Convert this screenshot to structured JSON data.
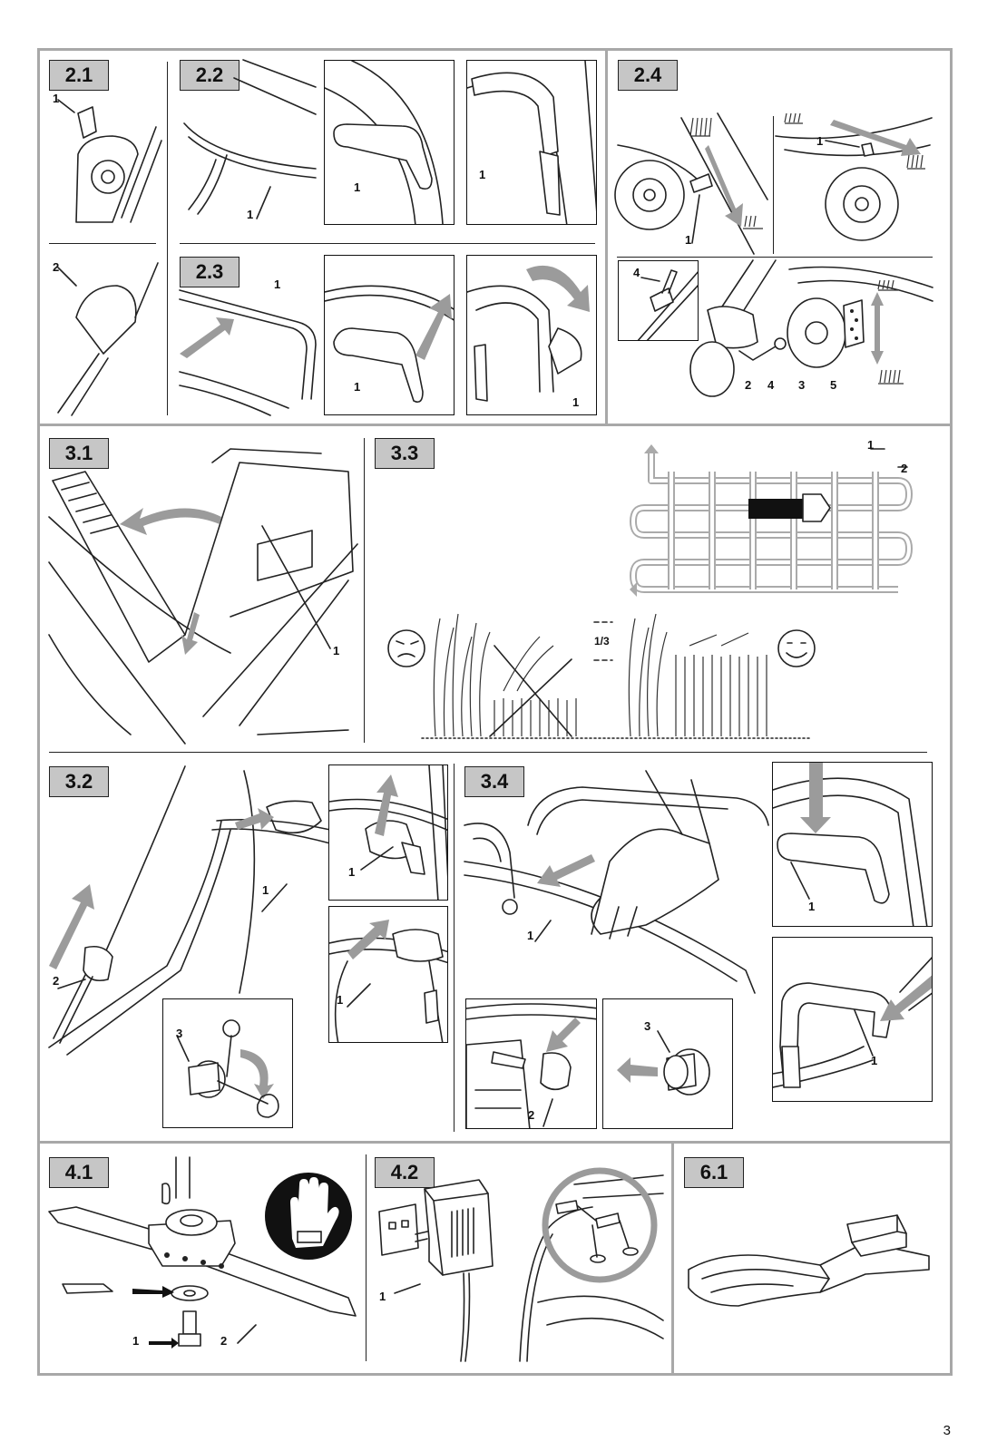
{
  "panels": {
    "p21": {
      "title": "2.1",
      "labels": [
        "1",
        "2"
      ]
    },
    "p22": {
      "title": "2.2",
      "labels": [
        "1",
        "1",
        "1"
      ]
    },
    "p23": {
      "title": "2.3",
      "labels": [
        "1",
        "1",
        "1"
      ]
    },
    "p24": {
      "title": "2.4",
      "labels": [
        "1",
        "1",
        "4",
        "2",
        "4",
        "3",
        "5"
      ]
    },
    "p31": {
      "title": "3.1",
      "labels": [
        "1"
      ]
    },
    "p33": {
      "title": "3.3",
      "labels": [
        "1",
        "2"
      ],
      "ratio": "1/3"
    },
    "p32": {
      "title": "3.2",
      "labels": [
        "1",
        "2",
        "3",
        "1",
        "1"
      ]
    },
    "p34": {
      "title": "3.4",
      "labels": [
        "1",
        "1",
        "1",
        "2",
        "3"
      ]
    },
    "p41": {
      "title": "4.1",
      "labels": [
        "1",
        "2"
      ]
    },
    "p42": {
      "title": "4.2",
      "labels": [
        "1"
      ]
    },
    "p61": {
      "title": "6.1"
    }
  },
  "page_number": "3",
  "colors": {
    "frame": "#a8a8a8",
    "title_bg": "#c6c6c6",
    "arrow": "#9b9b9b"
  }
}
